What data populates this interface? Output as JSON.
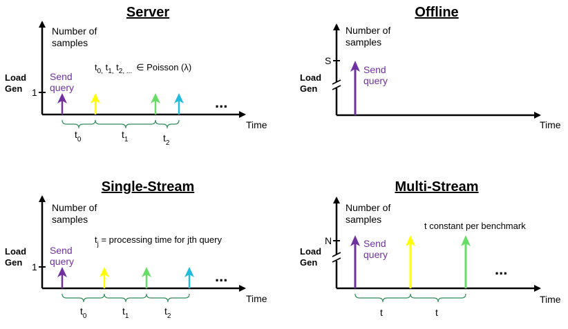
{
  "colors": {
    "axis": "#000000",
    "purple": "#7030a0",
    "yellow": "#ffff00",
    "green": "#66dd66",
    "cyan": "#22bbdd",
    "brace": "#2e8b57"
  },
  "panels": {
    "server": {
      "title": "Server",
      "ylabel_line1": "Number of",
      "ylabel_line2": "samples",
      "loadgen_line1": "Load",
      "loadgen_line2": "Gen",
      "tick": "1",
      "send_line1": "Send",
      "send_line2": "query",
      "formula_prefix": "t",
      "formula_rest": "∈ Poisson (λ)",
      "time": "Time",
      "ellipsis": "...",
      "t0": "t",
      "t0sub": "0",
      "t1": "t",
      "t1sub": "1",
      "t2": "t",
      "t2sub": "2"
    },
    "offline": {
      "title": "Offline",
      "ylabel_line1": "Number of",
      "ylabel_line2": "samples",
      "loadgen_line1": "Load",
      "loadgen_line2": "Gen",
      "tick": "S",
      "send_line1": "Send",
      "send_line2": "query",
      "time": "Time"
    },
    "single": {
      "title": "Single-Stream",
      "ylabel_line1": "Number of",
      "ylabel_line2": "samples",
      "loadgen_line1": "Load",
      "loadgen_line2": "Gen",
      "tick": "1",
      "send_line1": "Send",
      "send_line2": "query",
      "note_t": "t",
      "note_sub": "j",
      "note_rest": " = processing time for jth query",
      "time": "Time",
      "ellipsis": "...",
      "t0": "t",
      "t0sub": "0",
      "t1": "t",
      "t1sub": "1",
      "t2": "t",
      "t2sub": "2"
    },
    "multi": {
      "title": "Multi-Stream",
      "ylabel_line1": "Number of",
      "ylabel_line2": "samples",
      "loadgen_line1": "Load",
      "loadgen_line2": "Gen",
      "tick": "N",
      "send_line1": "Send",
      "send_line2": "query",
      "note": "t constant per benchmark",
      "time": "Time",
      "ellipsis": "...",
      "t_a": "t",
      "t_b": "t"
    }
  }
}
